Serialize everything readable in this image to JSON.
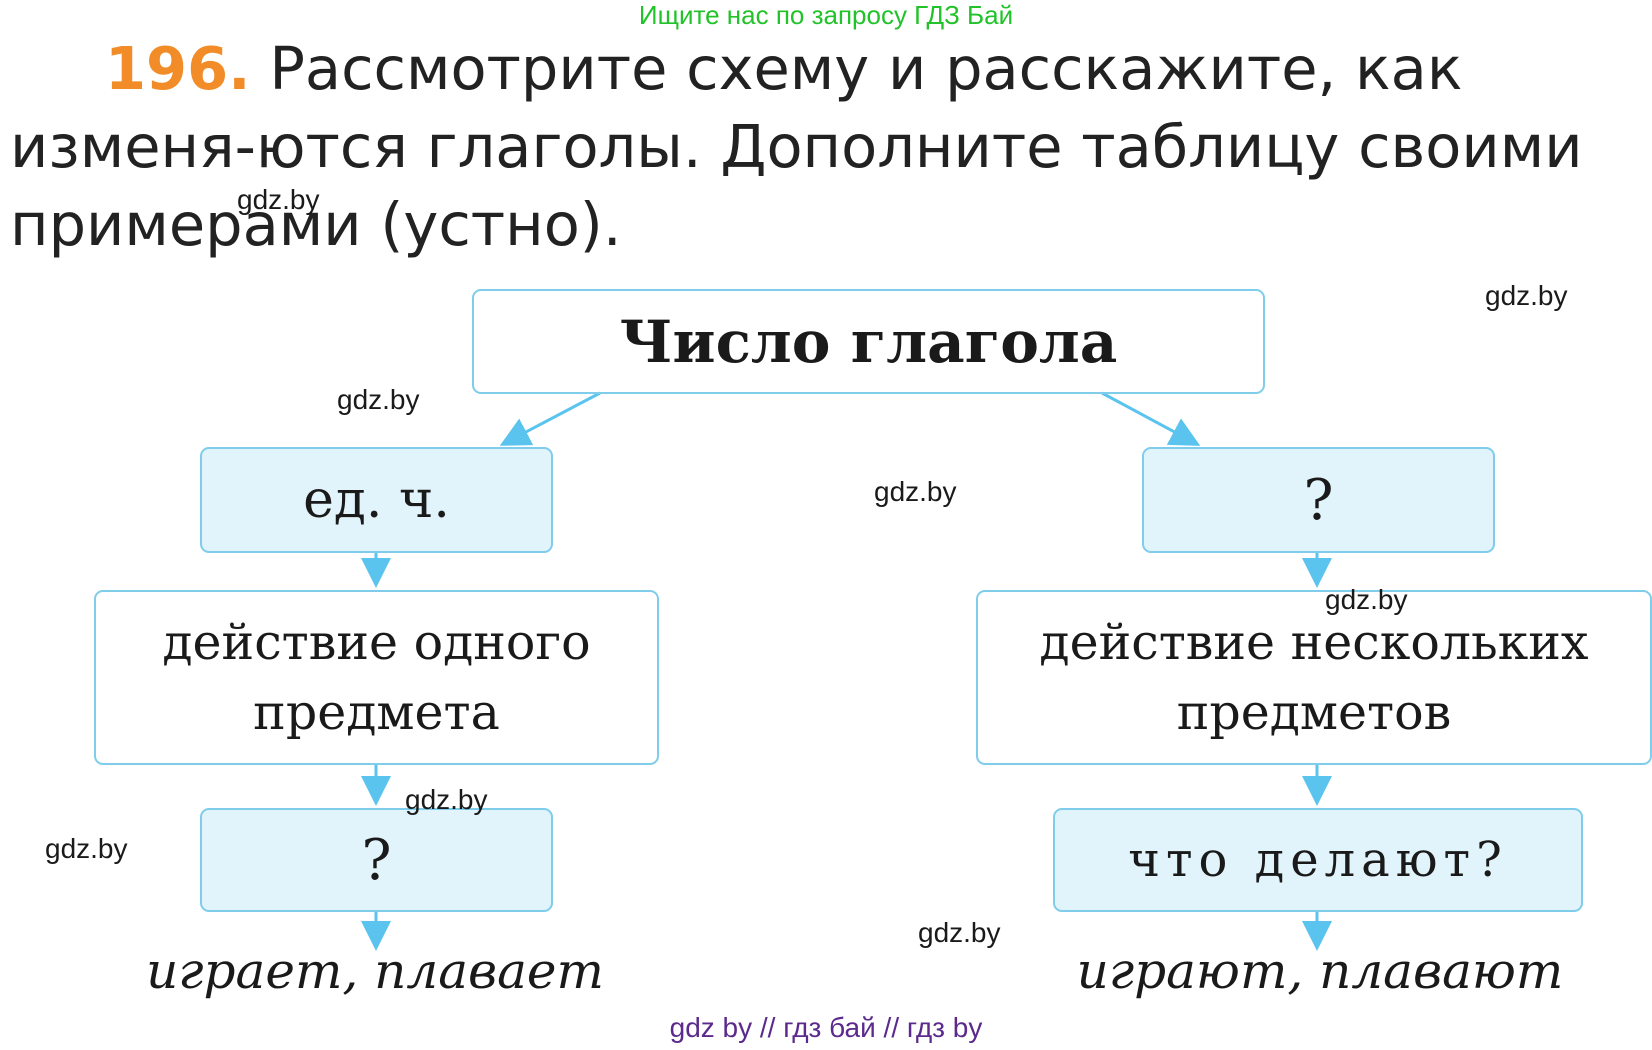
{
  "banner": "Ищите нас по запросу ГДЗ Бай",
  "task": {
    "number": "196.",
    "text": "Рассмотрите схему и расскажите, как изменя-ются глаголы. Дополните таблицу своими примерами (устно)."
  },
  "diagram": {
    "root": "Число глагола",
    "left": {
      "category": "ед. ч.",
      "meaning_line1": "действие одного",
      "meaning_line2": "предмета",
      "question": "?",
      "examples": "играет, плавает"
    },
    "right": {
      "category": "?",
      "meaning_line1": "действие нескольких",
      "meaning_line2": "предметов",
      "question": "что делают?",
      "examples": "играют, плавают"
    }
  },
  "watermarks": [
    "gdz.by",
    "gdz.by",
    "gdz.by",
    "gdz.by",
    "gdz.by",
    "gdz.by",
    "gdz.by",
    "gdz.by"
  ],
  "footer": "gdz by  //  гдз бай  //  гдз by",
  "colors": {
    "arrow": "#5bc4ee",
    "box_border": "#7fcdeb",
    "box_fill": "#e1f4fb",
    "task_number": "#f28c28",
    "banner": "#22c32a",
    "footer": "#5b2a8c"
  }
}
